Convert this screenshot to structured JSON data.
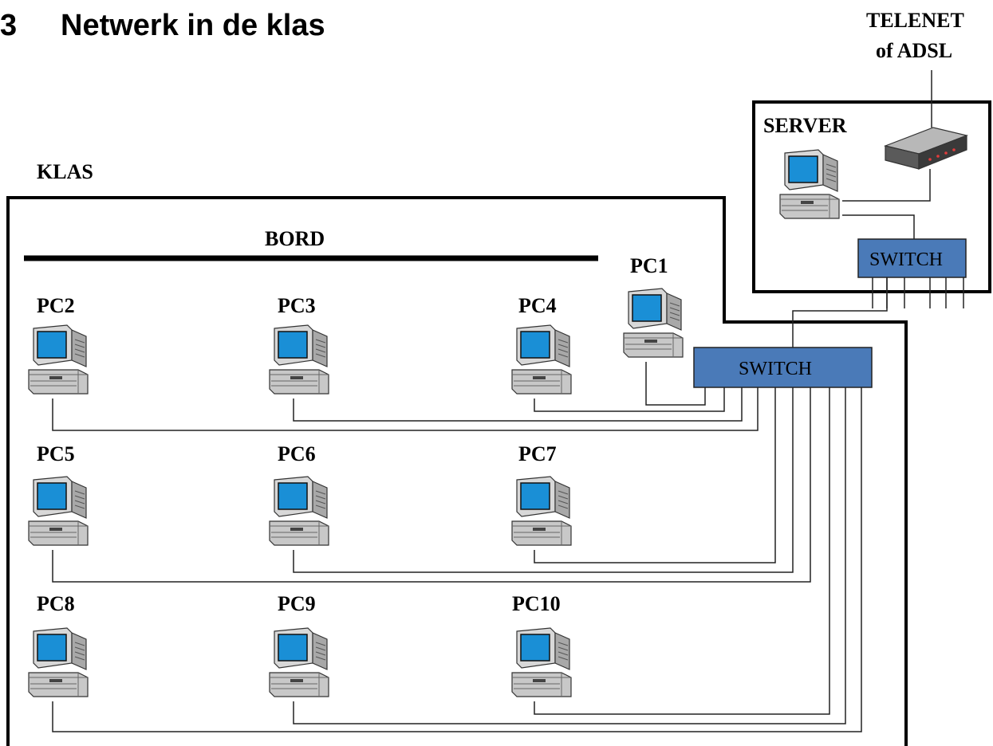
{
  "heading": {
    "number": "3",
    "title": "Netwerk in de klas"
  },
  "labels": {
    "telenet_line1": "TELENET",
    "telenet_line2": "of ADSL",
    "server": "SERVER",
    "klas": "KLAS",
    "bord": "BORD"
  },
  "switches": {
    "server_switch": "SWITCH",
    "class_switch": "SWITCH"
  },
  "pcs": [
    "PC1",
    "PC2",
    "PC3",
    "PC4",
    "PC5",
    "PC6",
    "PC7",
    "PC8",
    "PC9",
    "PC10"
  ],
  "colors": {
    "switch_fill": "#4a7ab8",
    "screen": "#1a8fd6",
    "case": "#c8c8c8"
  }
}
